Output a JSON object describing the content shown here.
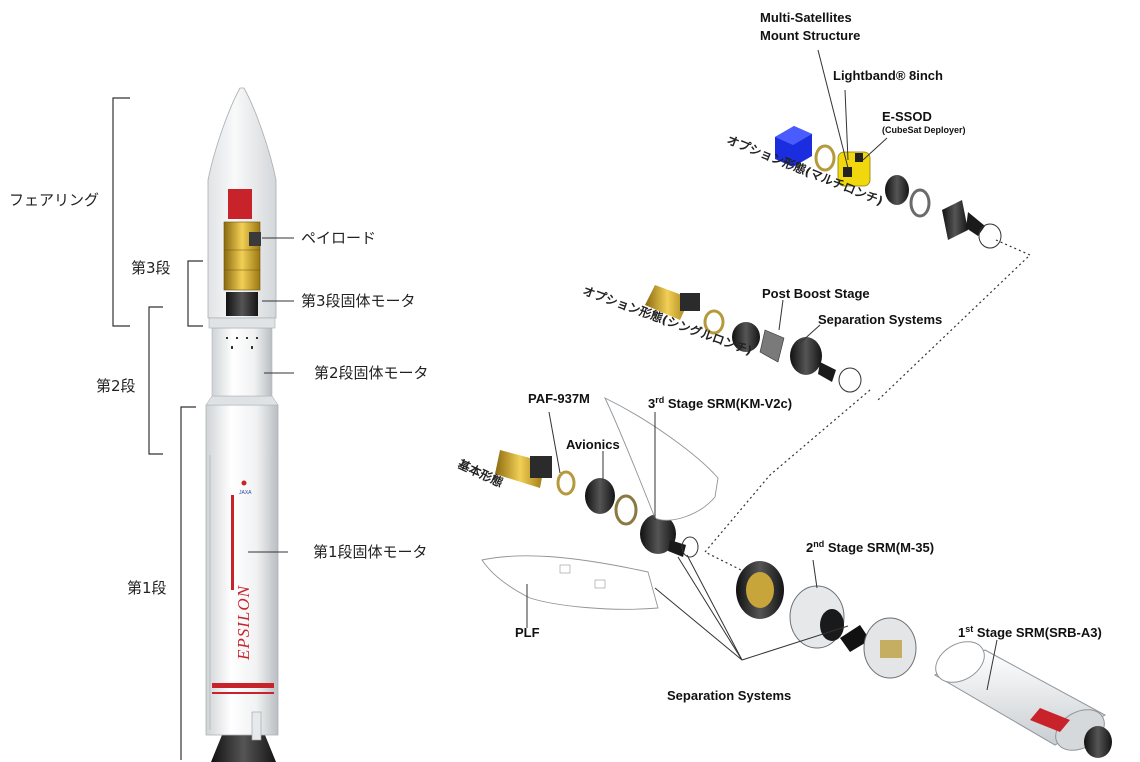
{
  "left": {
    "brackets": {
      "fairing": "フェアリング",
      "stage3": "第3段",
      "stage2": "第2段",
      "stage1": "第1段"
    },
    "callouts": {
      "payload": "ペイロード",
      "stage3_motor": "第3段固体モータ",
      "stage2_motor": "第2段固体モータ",
      "stage1_motor": "第1段固体モータ"
    },
    "rocket_text": "EPSILON",
    "logo_text": "JAXA"
  },
  "right": {
    "multi_sat": [
      "Multi-Satellites",
      "Mount Structure"
    ],
    "lightband": "Lightband® 8inch",
    "essod": "E-SSOD",
    "essod_sub": "(CubeSat  Deployer)",
    "config_multi": "オプション形態(マルチロンチ)",
    "config_single": "オプション形態(シングルロンチ)",
    "config_basic": "基本形態",
    "post_boost": "Post Boost Stage",
    "sep_sys_1": "Separation Systems",
    "paf": "PAF-937M",
    "avionics": "Avionics",
    "stage3_srm": {
      "ord": "3",
      "sup": "rd",
      "text": " Stage SRM(KM-V2c)"
    },
    "stage2_srm": {
      "ord": "2",
      "sup": "nd",
      "text": "  Stage SRM(M-35)"
    },
    "stage1_srm": {
      "ord": "1",
      "sup": "st",
      "text": " Stage SRM(SRB-A3)"
    },
    "plf": "PLF",
    "sep_sys_2": "Separation Systems"
  },
  "colors": {
    "accent_red": "#c8232b",
    "gold": "#d4a72c",
    "cube_blue": "#1a2ee0",
    "dark_part": "#2a2a2a"
  }
}
